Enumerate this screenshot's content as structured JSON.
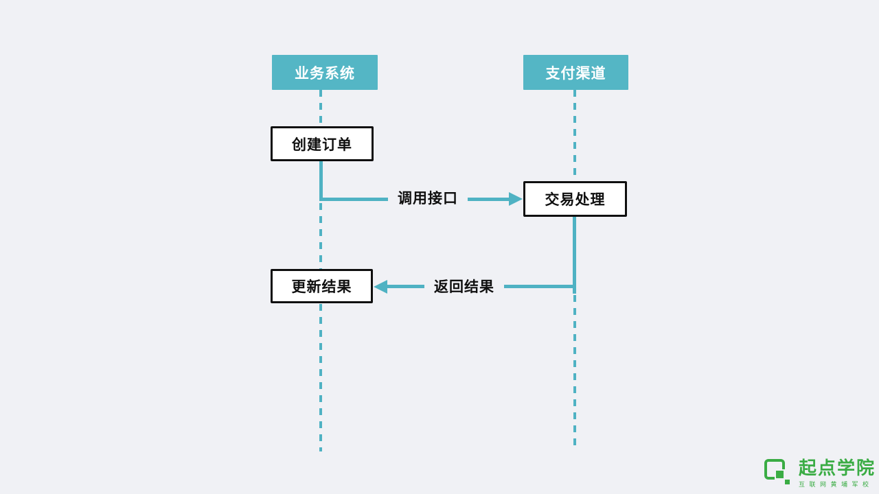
{
  "diagram": {
    "actors": [
      {
        "label": "业务系统"
      },
      {
        "label": "支付渠道"
      }
    ],
    "steps": [
      {
        "label": "创建订单"
      },
      {
        "label": "交易处理"
      },
      {
        "label": "更新结果"
      }
    ],
    "messages": [
      {
        "label": "调用接口",
        "direction": "right",
        "from": "业务系统",
        "to": "支付渠道"
      },
      {
        "label": "返回结果",
        "direction": "left",
        "from": "支付渠道",
        "to": "业务系统"
      }
    ],
    "colors": {
      "accent_teal": "#54B6C5",
      "line_teal": "#4FB2C3",
      "box_border": "#0F0F0F",
      "background": "#F0F1F5"
    }
  },
  "logo": {
    "name": "起点学院",
    "tagline": "互联网黄埔军校",
    "color": "#3AAC44"
  }
}
